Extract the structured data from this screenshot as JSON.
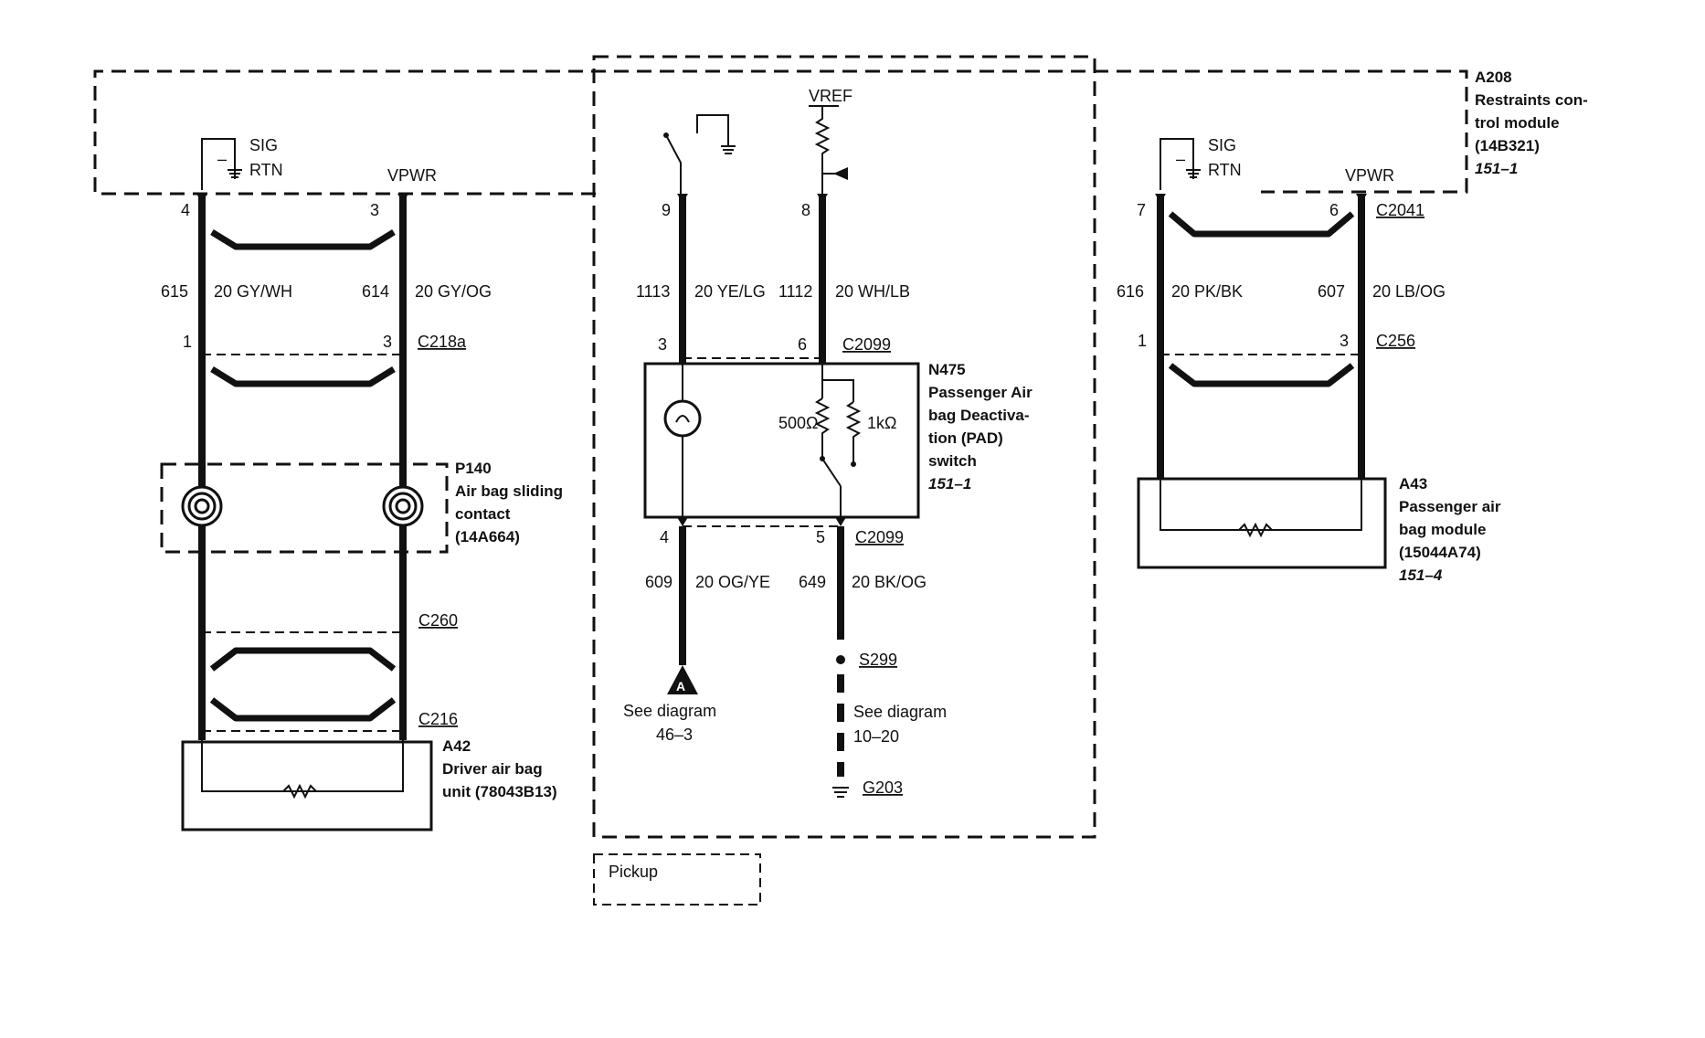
{
  "modules": {
    "a208": {
      "id": "A208",
      "name_lines": [
        "Restraints con-",
        "trol module",
        "(14B321)"
      ],
      "ref": "151–1"
    },
    "n475": {
      "id": "N475",
      "name_lines": [
        "Passenger Air",
        "bag Deactiva-",
        "tion (PAD)",
        "switch"
      ],
      "ref": "151–1"
    },
    "p140": {
      "id": "P140",
      "name_lines": [
        "Air bag sliding",
        "contact",
        "(14A664)"
      ]
    },
    "a42": {
      "id": "A42",
      "name_lines": [
        "Driver air bag",
        "unit (78043B13)"
      ]
    },
    "a43": {
      "id": "A43",
      "name_lines": [
        "Passenger air",
        "bag module",
        "(15044A74)"
      ],
      "ref": "151–4"
    },
    "pickup": {
      "label": "Pickup"
    }
  },
  "signals": {
    "sig": "SIG",
    "rtn": "RTN",
    "vpwr": "VPWR",
    "vref": "VREF"
  },
  "connectors": {
    "c2041": "C2041",
    "c218a": "C218a",
    "c260": "C260",
    "c216": "C216",
    "c2099_top": "C2099",
    "c2099_bottom": "C2099",
    "c256": "C256",
    "s299": "S299",
    "g203": "G203"
  },
  "pins": {
    "left_top_1": "4",
    "left_top_2": "3",
    "left_mid_1": "1",
    "left_mid_2": "3",
    "center_top_1": "9",
    "center_top_2": "8",
    "center_mid_1": "3",
    "center_mid_2": "6",
    "center_bot_1": "4",
    "center_bot_2": "5",
    "right_top_1": "7",
    "right_top_2": "6",
    "right_mid_1": "1",
    "right_mid_2": "3"
  },
  "wires": {
    "w615": {
      "circuit": "615",
      "spec": "20 GY/WH"
    },
    "w614": {
      "circuit": "614",
      "spec": "20 GY/OG"
    },
    "w1113": {
      "circuit": "1113",
      "spec": "20 YE/LG"
    },
    "w1112": {
      "circuit": "1112",
      "spec": "20 WH/LB"
    },
    "w609": {
      "circuit": "609",
      "spec": "20 OG/YE"
    },
    "w649": {
      "circuit": "649",
      "spec": "20 BK/OG"
    },
    "w616": {
      "circuit": "616",
      "spec": "20 PK/BK"
    },
    "w607": {
      "circuit": "607",
      "spec": "20 LB/OG"
    }
  },
  "components": {
    "r500": "500Ω",
    "r1k": "1kΩ",
    "ground_tag": "A",
    "minus_left": "–",
    "minus_right": "–"
  },
  "references": {
    "see_a": {
      "line1": "See diagram",
      "line2": "46–3"
    },
    "see_b": {
      "line1": "See diagram",
      "line2": "10–20"
    }
  }
}
